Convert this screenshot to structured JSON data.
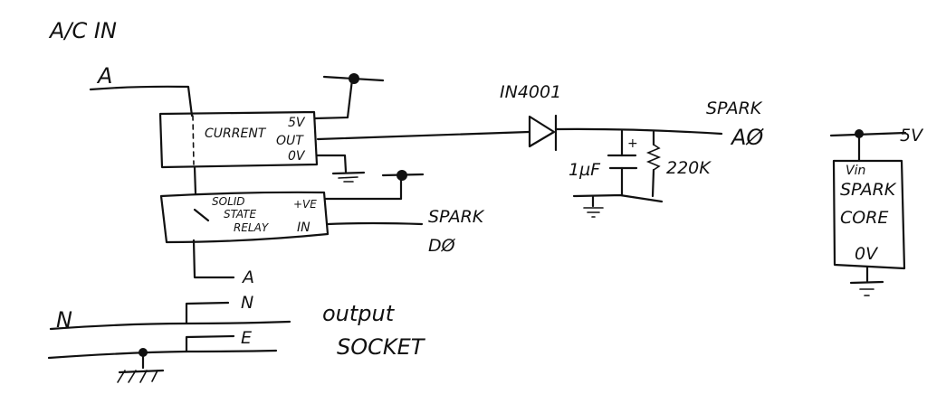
{
  "title": "A/C IN",
  "labels": {
    "active_in": "A",
    "active_out": "A",
    "neutral_in": "N",
    "neutral_out": "N",
    "earth_out": "E",
    "output_socket_line1": "output",
    "output_socket_line2": "SOCKET"
  },
  "current_sensor": {
    "name": "CURRENT",
    "pin_5v": "5V",
    "pin_out": "OUT",
    "pin_0v": "0V"
  },
  "relay": {
    "name_line1": "SOLID",
    "name_line2": "STATE",
    "name_line3": "RELAY",
    "pin_plus": "+VE",
    "pin_in": "IN"
  },
  "relay_signal": {
    "line1": "SPARK",
    "line2": "DØ"
  },
  "diode": {
    "part": "IN4001"
  },
  "capacitor": {
    "value": "1µF",
    "polarity": "+"
  },
  "resistor": {
    "value": "220K"
  },
  "analog_signal": {
    "line1": "SPARK",
    "line2": "AØ"
  },
  "spark_core": {
    "pin_vin": "Vin",
    "name_line1": "SPARK",
    "name_line2": "CORE",
    "pin_0v": "0V",
    "supply": "5V"
  }
}
